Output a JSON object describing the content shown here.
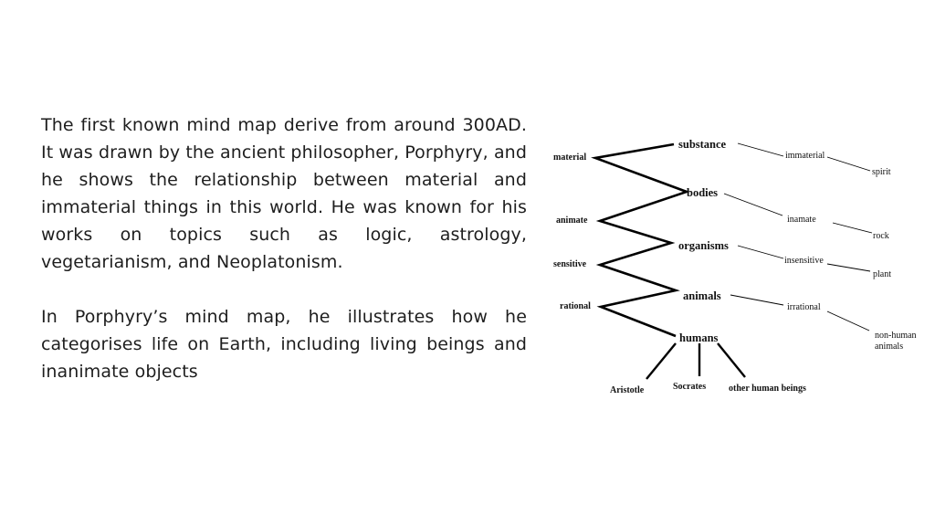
{
  "paragraphs": [
    "The first known mind map derive from around 300AD. It was drawn by the ancient philosopher, Porphyry, and he shows the relationship between material and immaterial things in this world. He was known for his works on topics such as logic, astrology, vegetarianism, and Neoplatonism.",
    "In Porphyry’s mind map, he illustrates how he categorises life on Earth, including living beings and inanimate objects"
  ],
  "tree": {
    "nodes": [
      "substance",
      "bodies",
      "organisms",
      "animals",
      "humans"
    ],
    "left_differentia": [
      "material",
      "animate",
      "sensitive",
      "rational"
    ],
    "right_differentia": [
      "immaterial",
      "inamate",
      "insensitive",
      "irrational"
    ],
    "right_examples": [
      "spirit",
      "rock",
      "plant",
      "non-human animals"
    ],
    "individuals": [
      "Aristotle",
      "Socrates",
      "other human beings"
    ]
  },
  "colors": {
    "text": "#1e1e1e",
    "lines": "#000000",
    "background": "#ffffff"
  }
}
